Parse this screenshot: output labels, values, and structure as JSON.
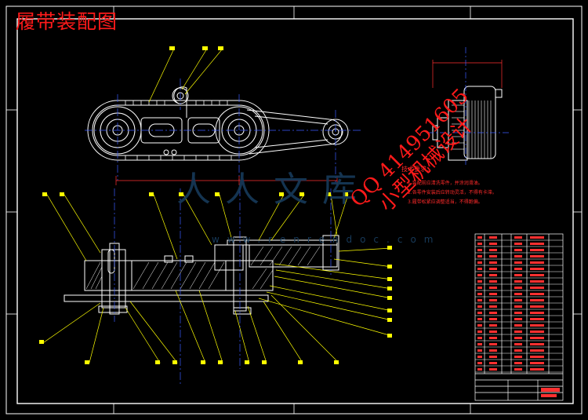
{
  "drawing": {
    "title": "履带装配图",
    "tech_requirements": {
      "title": "技术要求：",
      "notes": [
        "1.装配前应清洗零件，并涂润滑油。",
        "2.各零件安装后应转动灵活，不得有卡滞。",
        "3.履带松紧应调整适当，不得跑偏。"
      ]
    },
    "watermark": {
      "logo": "人人文库",
      "url": "www.renrendoc.com",
      "qq": "QQ 414951605",
      "author": "小型机械设计"
    }
  },
  "colors": {
    "background": "#000000",
    "frame": "#ffffff",
    "title": "#ff1a1a",
    "leader": "#ffff00",
    "centerline": "#3a5cff",
    "dimension": "#ff3030",
    "watermark": "#173a5a"
  }
}
